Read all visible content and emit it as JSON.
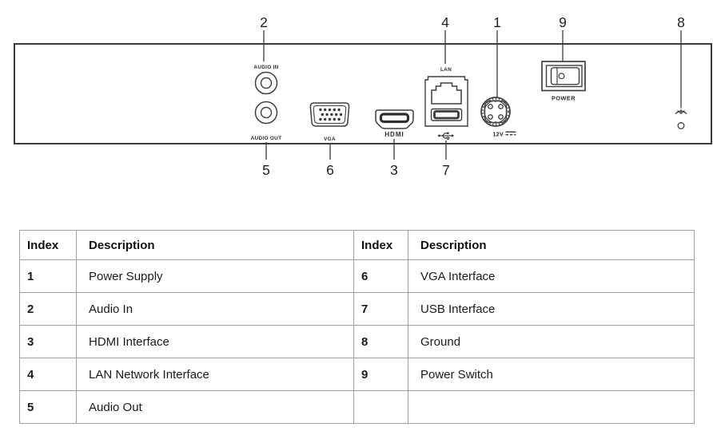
{
  "diagram": {
    "panel_labels": {
      "audio_in": "AUDIO IN",
      "audio_out": "AUDIO OUT",
      "vga": "VGA",
      "hdmi": "HDMI",
      "lan": "LAN",
      "power_12v": "12V",
      "power": "POWER"
    },
    "callouts_top": [
      {
        "label": "2",
        "target": "audio-in"
      },
      {
        "label": "4",
        "target": "lan"
      },
      {
        "label": "1",
        "target": "power-supply"
      },
      {
        "label": "9",
        "target": "power-switch"
      },
      {
        "label": "8",
        "target": "ground"
      }
    ],
    "callouts_bottom": [
      {
        "label": "5",
        "target": "audio-out"
      },
      {
        "label": "6",
        "target": "vga"
      },
      {
        "label": "3",
        "target": "hdmi"
      },
      {
        "label": "7",
        "target": "usb"
      }
    ],
    "icons": {
      "usb": "usb-trident",
      "ground": "chassis-ground",
      "dc_power": "solid-over-dashed-line"
    }
  },
  "tables": {
    "left": {
      "headers": {
        "index": "Index",
        "description": "Description"
      },
      "rows": [
        {
          "index": "1",
          "description": "Power Supply"
        },
        {
          "index": "2",
          "description": "Audio In"
        },
        {
          "index": "3",
          "description": "HDMI Interface"
        },
        {
          "index": "4",
          "description": "LAN Network Interface"
        },
        {
          "index": "5",
          "description": "Audio Out"
        }
      ]
    },
    "right": {
      "headers": {
        "index": "Index",
        "description": "Description"
      },
      "rows": [
        {
          "index": "6",
          "description": "VGA Interface"
        },
        {
          "index": "7",
          "description": "USB Interface"
        },
        {
          "index": "8",
          "description": "Ground"
        },
        {
          "index": "9",
          "description": "Power Switch"
        },
        {
          "index": "",
          "description": ""
        }
      ]
    }
  },
  "colors": {
    "line": "#3a3a3a",
    "panel_border": "#3a3a3a",
    "table_border": "#a0a0a0",
    "text": "#1a1a1a"
  }
}
